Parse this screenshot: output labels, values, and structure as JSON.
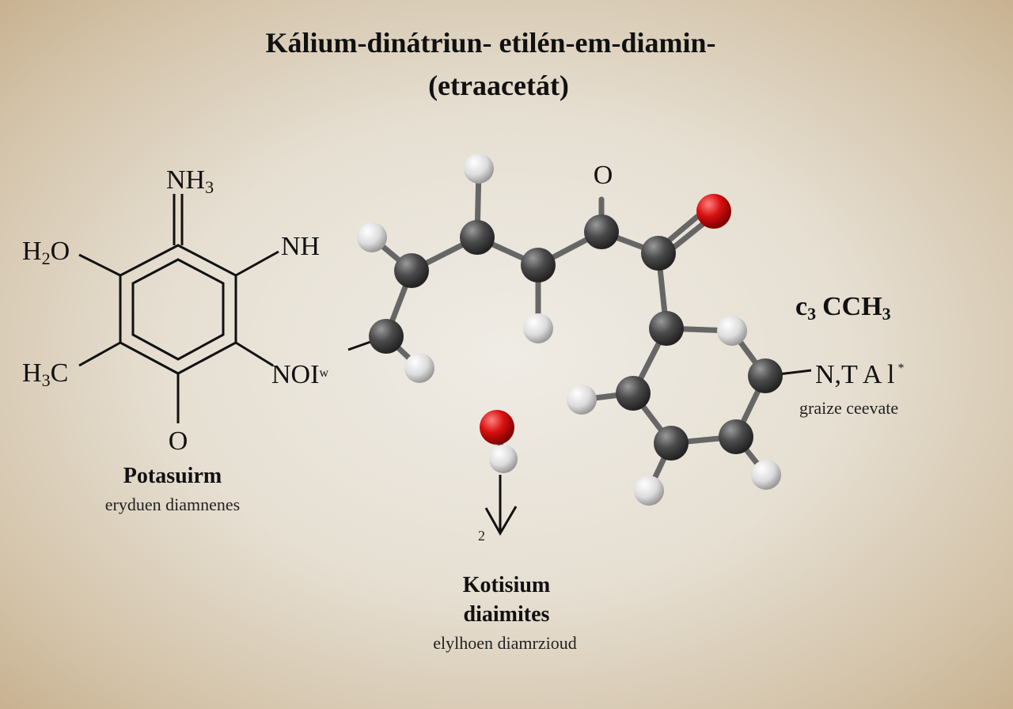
{
  "title": {
    "line1": "Kálium-dinátriun- etilén-em-diamin-",
    "line2": "(etraacetát)"
  },
  "left_structure": {
    "nh3": "NH",
    "nh3_sub": "3",
    "h2o": "H",
    "h2o_sub": "2",
    "h2o_o": "O",
    "nh": "NH",
    "h3c": "H",
    "h3c_sub": "3",
    "h3c_c": "C",
    "noi": "NOI",
    "noi_sup": "w",
    "o_bottom": "O",
    "name": "Potasuirm",
    "caption": "eryduen diamnenes"
  },
  "model": {
    "o_label": "O",
    "c3_label": "c",
    "c3_sub": "3",
    "cch3": "CCH",
    "cch3_sub": "3",
    "nta_label": "N,T A l",
    "nta_sup": "*",
    "nta_caption": "graize ceevate",
    "arrow_label": "2"
  },
  "bottom_caption": {
    "line1": "Kotisium",
    "line2": "diaimites",
    "line3": "elylhoen diamrzioud"
  },
  "colors": {
    "carbon": "#555555",
    "hydrogen": "#e8e8e8",
    "oxygen": "#d01010",
    "bond": "#666666"
  }
}
